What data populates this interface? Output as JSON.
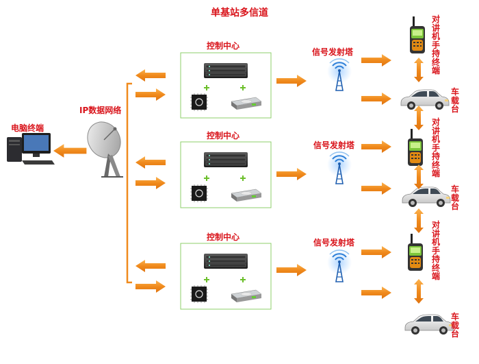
{
  "title": "单基站多信道",
  "ip_network_label": "IP数据网络",
  "pc_terminal_label": "电脑终端",
  "control_center_label": "控制中心",
  "tower_label": "信号发射塔",
  "handset_label": "对讲机手持终端",
  "vehicle_label": "车载台",
  "colors": {
    "arrow": "#f08a1c",
    "label": "#d9141b",
    "box_border": "#8ccf6a"
  },
  "icons": [
    "computer-icon",
    "satellite-dish-icon",
    "server-icon",
    "chip-icon",
    "hard-drive-icon",
    "plus-icon",
    "radio-tower-icon",
    "walkie-talkie-icon",
    "car-icon"
  ]
}
